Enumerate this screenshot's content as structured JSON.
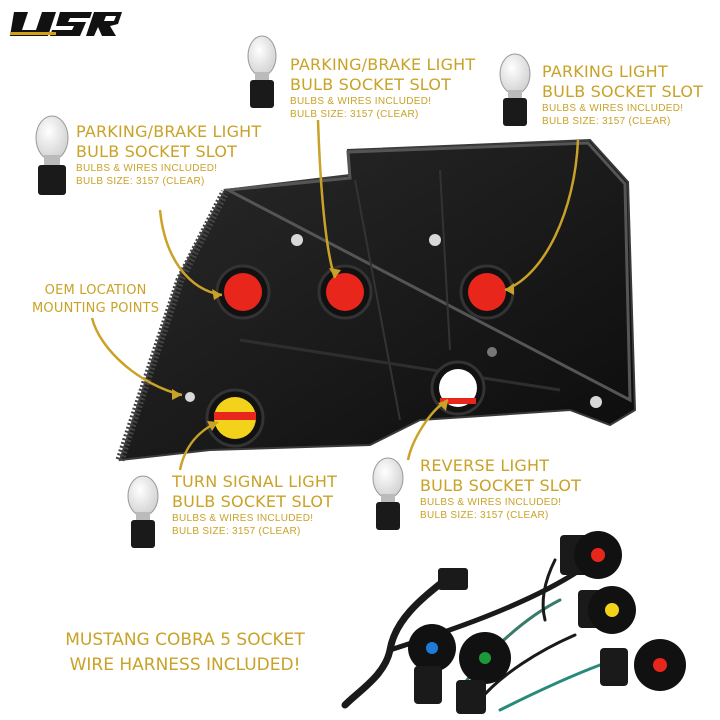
{
  "brand": {
    "logo_text": "USR"
  },
  "callouts": {
    "brake_left": {
      "title1": "PARKING/BRAKE LIGHT",
      "title2": "BULB SOCKET SLOT",
      "sub1": "BULBS & WIRES INCLUDED!",
      "sub2": "BULB SIZE: 3157 (CLEAR)"
    },
    "brake_center": {
      "title1": "PARKING/BRAKE LIGHT",
      "title2": "BULB SOCKET SLOT",
      "sub1": "BULBS & WIRES INCLUDED!",
      "sub2": "BULB SIZE: 3157 (CLEAR)"
    },
    "parking_right": {
      "title1": "PARKING LIGHT",
      "title2": "BULB SOCKET SLOT",
      "sub1": "BULBS & WIRES INCLUDED!",
      "sub2": "BULB SIZE: 3157 (CLEAR)"
    },
    "oem": {
      "title1": "OEM LOCATION",
      "title2": "MOUNTING POINTS"
    },
    "turn": {
      "title1": "TURN SIGNAL LIGHT",
      "title2": "BULB SOCKET SLOT",
      "sub1": "BULBS & WIRES INCLUDED!",
      "sub2": "BULB SIZE: 3157 (CLEAR)"
    },
    "reverse": {
      "title1": "REVERSE LIGHT",
      "title2": "BULB SOCKET SLOT",
      "sub1": "BULBS & WIRES INCLUDED!",
      "sub2": "BULB SIZE: 3157 (CLEAR)"
    }
  },
  "footer": {
    "line1": "MUSTANG COBRA 5 SOCKET",
    "line2": "WIRE HARNESS INCLUDED!"
  },
  "colors": {
    "accent": "#c9a227",
    "housing": "#1b1b1b",
    "socket_red": "#e8261c",
    "socket_yellow": "#f2d21a",
    "connector_blue": "#1e7bd8",
    "connector_green": "#1a9a3a"
  }
}
